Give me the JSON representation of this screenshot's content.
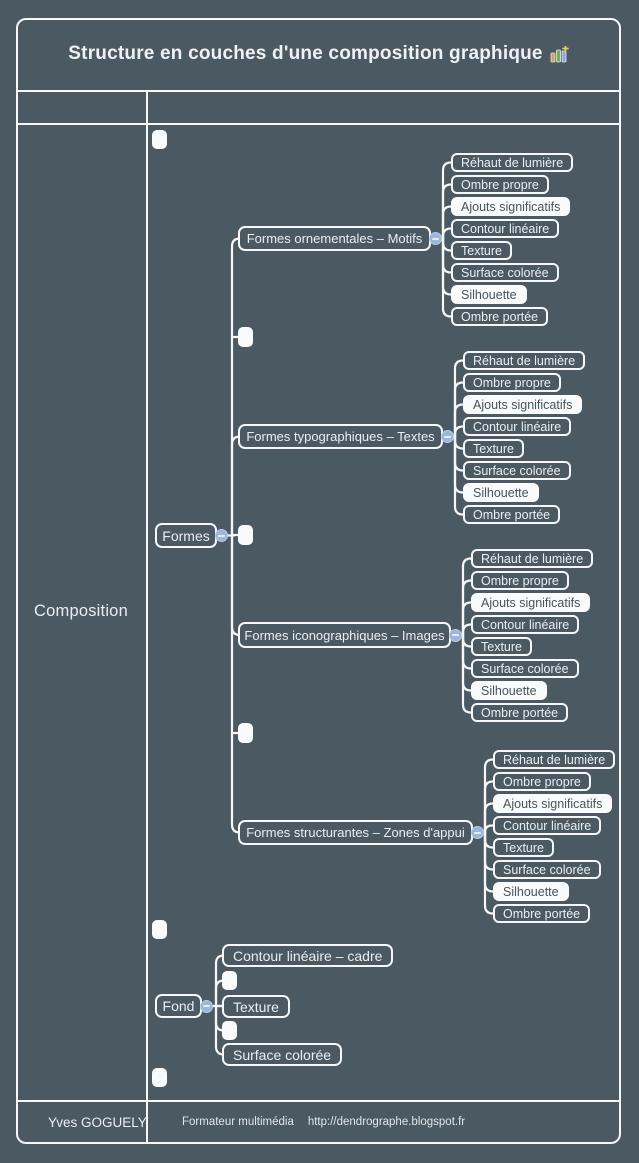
{
  "title": {
    "text": "Structure en couches d'une composition graphique",
    "icon": "bar-chart-add-icon"
  },
  "composition_label": "Composition",
  "footer": {
    "author": "Yves GOGUELY",
    "role": "Formateur multimédia",
    "url": "http://dendrographe.blogspot.fr"
  },
  "colors": {
    "background": "#4b5963",
    "line": "#f5f7f8",
    "text": "#e9eef2",
    "filled_node_bg": "#f9fafb",
    "filled_node_text": "#46545e",
    "collapse_button": "#9db6da"
  },
  "tree": {
    "formes": {
      "label": "Formes",
      "branches": [
        {
          "label": "Formes ornementales – Motifs",
          "leaves": [
            {
              "label": "Réhaut de lumière",
              "filled": false
            },
            {
              "label": "Ombre propre",
              "filled": false
            },
            {
              "label": "Ajouts significatifs",
              "filled": true
            },
            {
              "label": "Contour linéaire",
              "filled": false
            },
            {
              "label": "Texture",
              "filled": false
            },
            {
              "label": "Surface colorée",
              "filled": false
            },
            {
              "label": "Silhouette",
              "filled": true
            },
            {
              "label": "Ombre portée",
              "filled": false
            }
          ]
        },
        {
          "label": "Formes typographiques – Textes",
          "leaves": [
            {
              "label": "Réhaut de lumière",
              "filled": false
            },
            {
              "label": "Ombre propre",
              "filled": false
            },
            {
              "label": "Ajouts significatifs",
              "filled": true
            },
            {
              "label": "Contour linéaire",
              "filled": false
            },
            {
              "label": "Texture",
              "filled": false
            },
            {
              "label": "Surface colorée",
              "filled": false
            },
            {
              "label": "Silhouette",
              "filled": true
            },
            {
              "label": "Ombre portée",
              "filled": false
            }
          ]
        },
        {
          "label": "Formes iconographiques – Images",
          "leaves": [
            {
              "label": "Réhaut de lumière",
              "filled": false
            },
            {
              "label": "Ombre propre",
              "filled": false
            },
            {
              "label": "Ajouts significatifs",
              "filled": true
            },
            {
              "label": "Contour linéaire",
              "filled": false
            },
            {
              "label": "Texture",
              "filled": false
            },
            {
              "label": "Surface colorée",
              "filled": false
            },
            {
              "label": "Silhouette",
              "filled": true
            },
            {
              "label": "Ombre portée",
              "filled": false
            }
          ]
        },
        {
          "label": "Formes structurantes – Zones d'appui",
          "leaves": [
            {
              "label": "Réhaut de lumière",
              "filled": false
            },
            {
              "label": "Ombre propre",
              "filled": false
            },
            {
              "label": "Ajouts significatifs",
              "filled": true
            },
            {
              "label": "Contour linéaire",
              "filled": false
            },
            {
              "label": "Texture",
              "filled": false
            },
            {
              "label": "Surface colorée",
              "filled": false
            },
            {
              "label": "Silhouette",
              "filled": true
            },
            {
              "label": "Ombre portée",
              "filled": false
            }
          ]
        }
      ]
    },
    "fond": {
      "label": "Fond",
      "children": [
        {
          "label": "Contour linéaire – cadre",
          "empty": false
        },
        {
          "label": "",
          "empty": true
        },
        {
          "label": "Texture",
          "empty": false
        },
        {
          "label": "",
          "empty": true
        },
        {
          "label": "Surface colorée",
          "empty": false
        }
      ]
    },
    "empty_nodes": {
      "right_cell_top": 1,
      "formes_trunk_between_branches": 3,
      "left_column_of_fond": 2
    }
  }
}
